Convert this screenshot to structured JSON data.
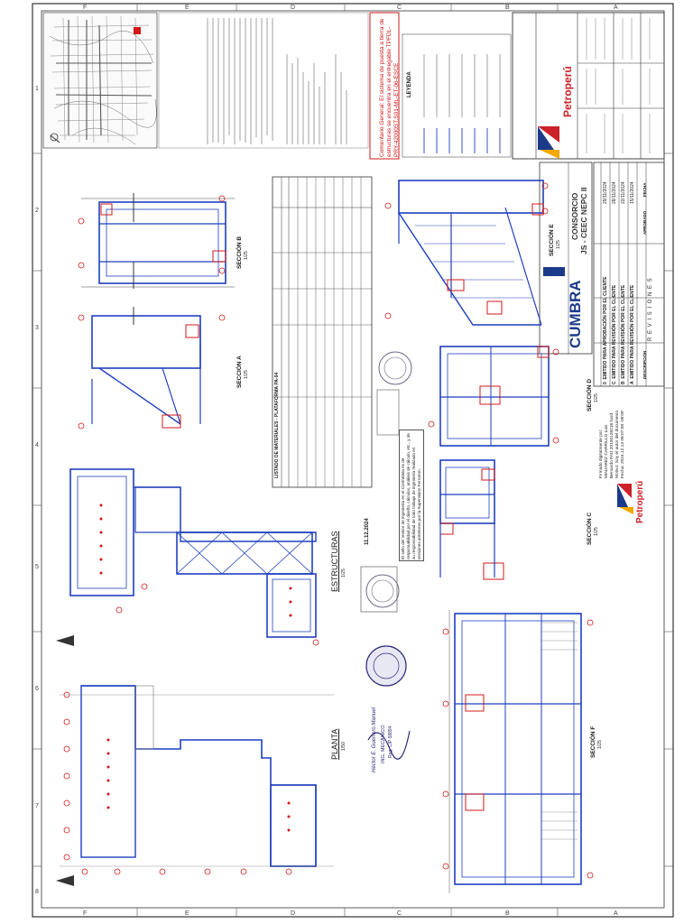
{
  "drawing": {
    "plan_title": "PLANTA",
    "plan_scale": "1/50",
    "structures_title": "ESTRUCTURAS",
    "structures_scale": "1/25",
    "sections": [
      "SECCIÓN A",
      "SECCIÓN B",
      "SECCIÓN C",
      "SECCIÓN D",
      "SECCIÓN E",
      "SECCIÓN F"
    ],
    "section_scale": "1/25",
    "materials_title": "LISTADO DE MATERIALES - PLATAFORMA PA-04"
  },
  "title_block": {
    "brand": "Petroperú",
    "consortium_line1": "CONSORCIO",
    "consortium_line2": "JS - CEEC NEPC II",
    "cumbra": "CUMBRA",
    "legend_title": "LEYENDA",
    "revisions_label": "R E V I S I O N E S",
    "col_description": "DESCRIPCIÓN",
    "col_approved": "APROBADO",
    "col_date": "FECHA",
    "revisions": [
      {
        "rev": "A",
        "desc": "EMITIDO PARA REVISIÓN POR EL CLIENTE",
        "date": "15/11/2024"
      },
      {
        "rev": "B",
        "desc": "EMITIDO PARA REVISIÓN POR EL CLIENTE",
        "date": "22/11/2024"
      },
      {
        "rev": "C",
        "desc": "EMITIDO PARA REVISIÓN POR EL CLIENTE",
        "date": "28/11/2024"
      },
      {
        "rev": "0",
        "desc": "EMITIDO PARA APROBACIÓN POR EL CLIENTE",
        "date": "29/11/2024"
      }
    ]
  },
  "comments": {
    "general_comment": "Comentario General: El sistema de puesta a tierra de estructuras se encuentra en el entregable TPFDL-PRY-42000ST.S01-ML-ET-06-ESCE",
    "review_note": "El sello del revisor de ingeniería en el Contratista es de responsabilidad por el diseño, cálculos, análisis de cálculo, etc., y de su responsabilidad de todo trabajo de ingeniería realizado en versiones anteriores por la Supervisión Ferrotron.",
    "date_stamp": "11.12.2024",
    "signature_name": "Héctor E. Guerrero Manuel",
    "signature_title": "ING. MECÁNICO",
    "signature_reg": "Reg. CIP 58894",
    "digital_signature": "Firmado digitalmente por: MINJAREZ CARRILLO Luis Bernardo FAU 20100128218 hard Motivo: Soy el autor del documento Fecha: 2024.12.13 09:07:08 -05'00'"
  },
  "grid": {
    "top_letters": [
      "F",
      "E",
      "D",
      "C",
      "B",
      "A"
    ],
    "side_numbers": [
      "1",
      "2",
      "3",
      "4",
      "5",
      "6",
      "7",
      "8"
    ]
  },
  "colors": {
    "blue": "#1f3fbf",
    "red": "#d21818",
    "line": "#333333",
    "brand_red": "#cc2229",
    "brand_blue": "#1b3a8a"
  }
}
